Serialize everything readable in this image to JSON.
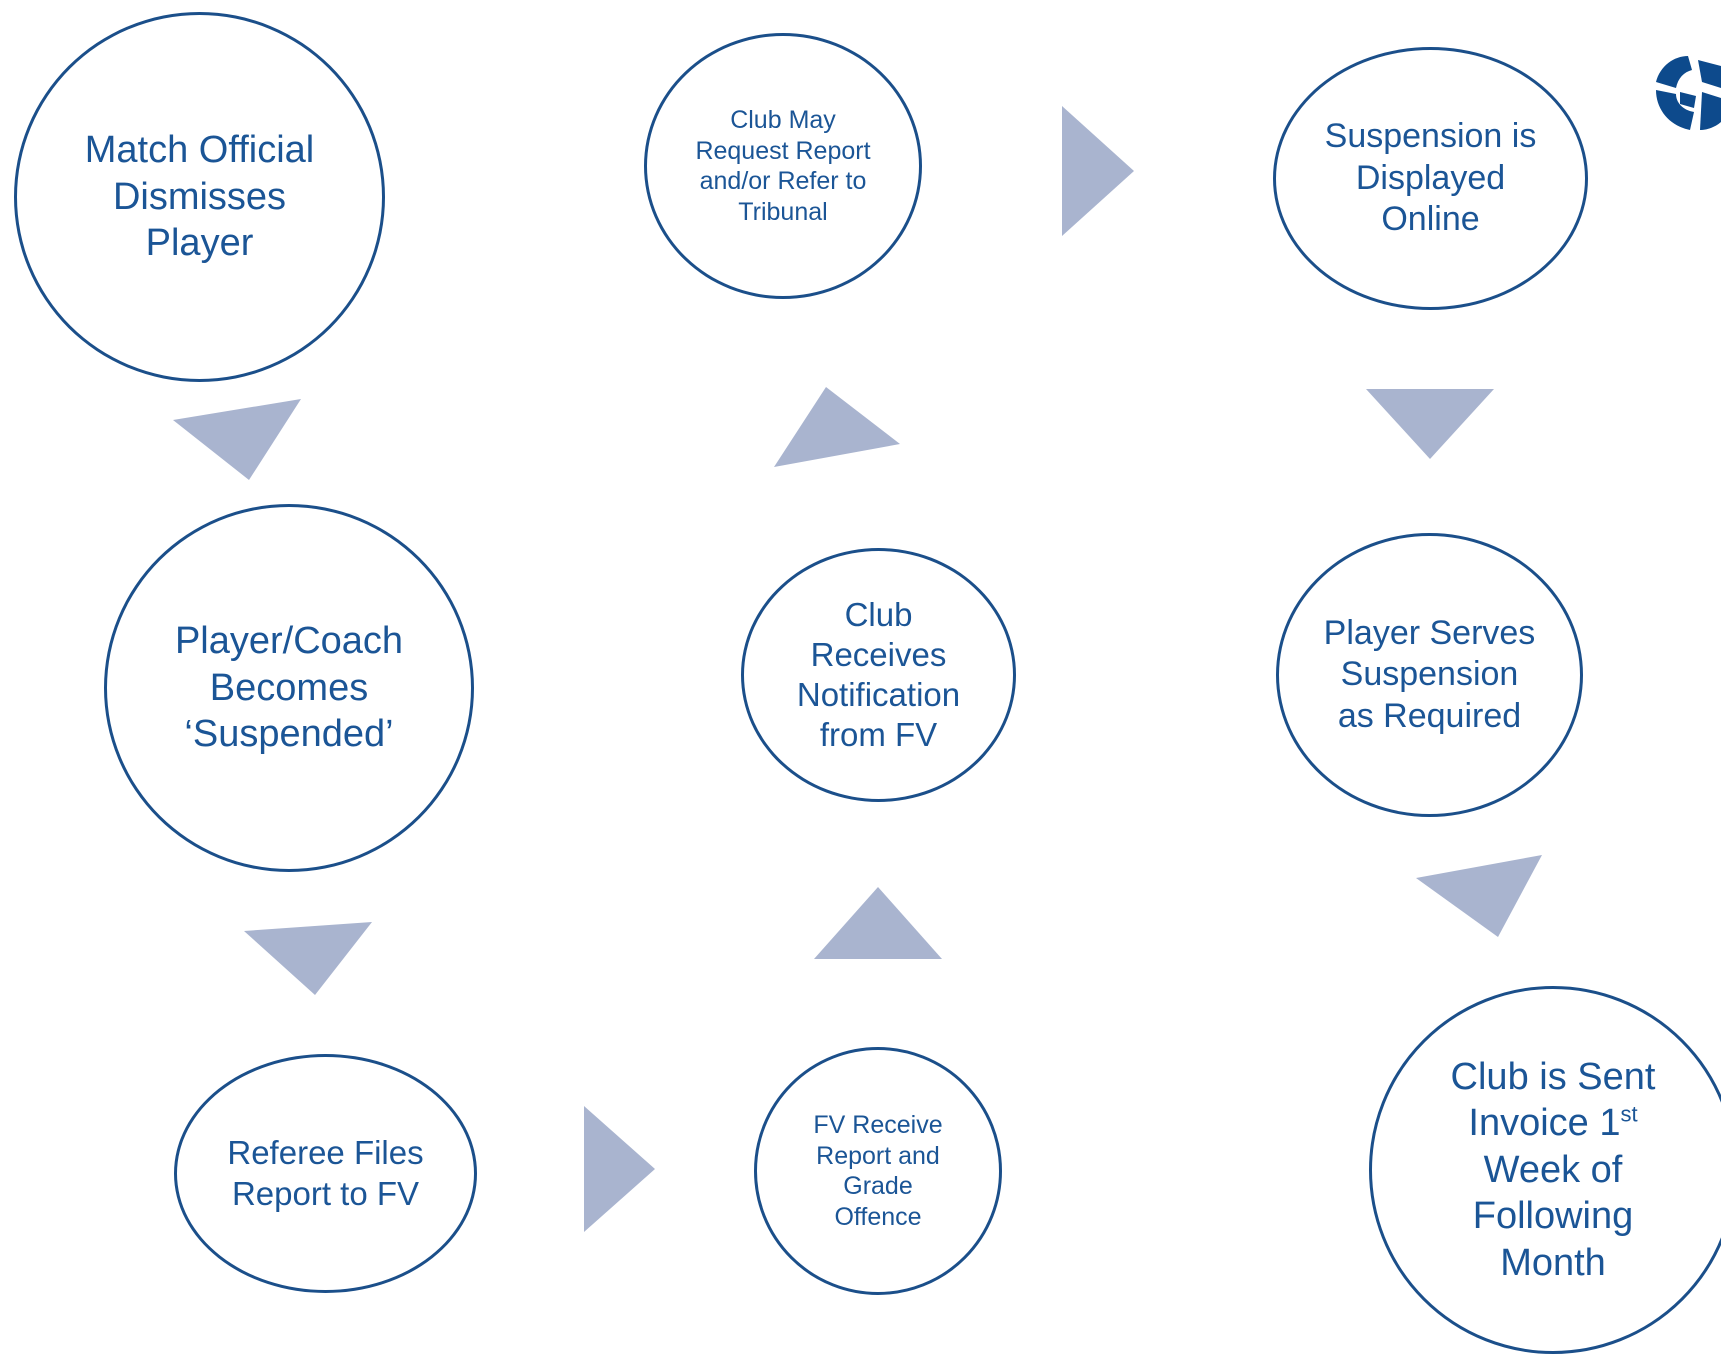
{
  "diagram": {
    "nodes": {
      "match_official": "Match Official Dismisses Player",
      "suspended": "Player/Coach Becomes ‘Suspended’",
      "referee_files": "Referee Files Report to FV",
      "fv_receive": "FV Receive Report and Grade Offence",
      "club_receives": "Club Receives Notification from FV",
      "club_may_request": "Club May Request Report and/or Refer to Tribunal",
      "suspension_displayed": "Suspension is Displayed Online",
      "player_serves": "Player Serves Suspension as Required",
      "invoice_main": "Club is Sent Invoice 1",
      "invoice_sup": "st",
      "invoice_rest": "Week of Following Month"
    },
    "colors": {
      "node_border": "#1b4f8a",
      "node_text": "#1b5596",
      "arrow_fill": "#a9b4cf",
      "logo": "#0d4a8c"
    },
    "logo_icon": "football-federation-logo-icon"
  }
}
